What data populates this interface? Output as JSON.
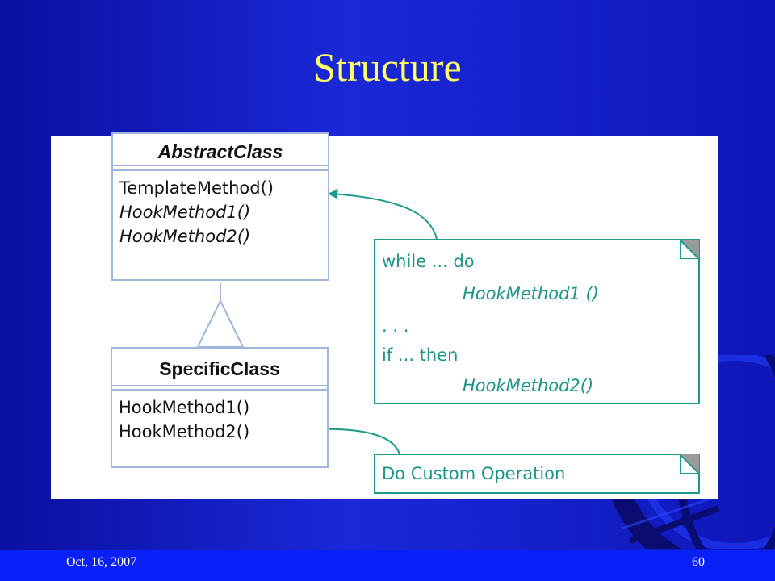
{
  "slide": {
    "title": "Structure",
    "footer_date": "Oct,  16, 2007",
    "page_number": "60"
  },
  "diagram": {
    "abstract_class": {
      "name": "AbstractClass",
      "methods": [
        "TemplateMethod()",
        "HookMethod1()",
        "HookMethod2()"
      ]
    },
    "specific_class": {
      "name": "SpecificClass",
      "methods": [
        "HookMethod1()",
        "HookMethod2()"
      ]
    },
    "template_note": {
      "lines": [
        "while ... do",
        "HookMethod1 ()",
        ". . .",
        "if ... then",
        "HookMethod2()"
      ]
    },
    "custom_note": {
      "text": "Do Custom Operation"
    }
  },
  "colors": {
    "background": "#1a28d8",
    "title": "#ffff66",
    "note": "#1e9b8e",
    "class_border": "#9fb6de",
    "footer_bar": "#0a20f8"
  }
}
